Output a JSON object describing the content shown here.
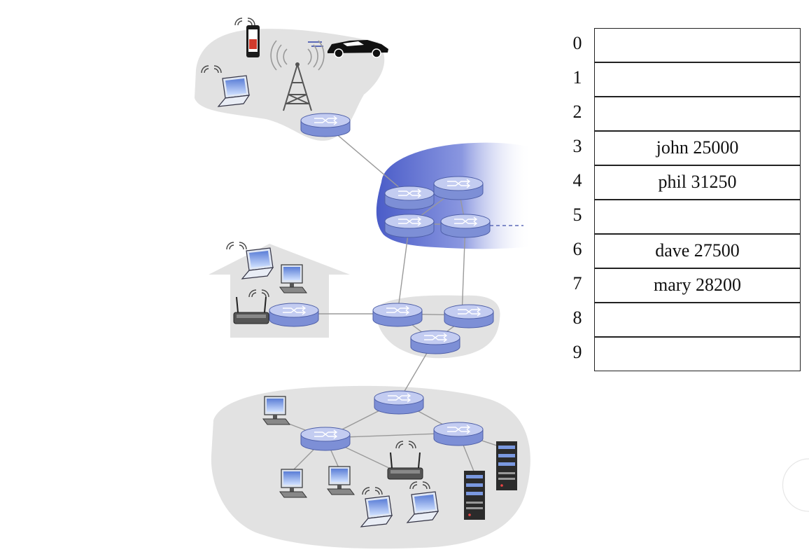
{
  "hash_table": {
    "slots": [
      {
        "index": "0",
        "value": ""
      },
      {
        "index": "1",
        "value": ""
      },
      {
        "index": "2",
        "value": ""
      },
      {
        "index": "3",
        "value": "john 25000"
      },
      {
        "index": "4",
        "value": "phil 31250"
      },
      {
        "index": "5",
        "value": ""
      },
      {
        "index": "6",
        "value": "dave 27500"
      },
      {
        "index": "7",
        "value": "mary 28200"
      },
      {
        "index": "8",
        "value": ""
      },
      {
        "index": "9",
        "value": ""
      }
    ]
  },
  "colors": {
    "cloud": "#e2e2e2",
    "core_cloud": "#4a5cc8",
    "router_body": "#8d9cdc",
    "router_top": "#c7cff2",
    "link": "#9a9a9a"
  }
}
